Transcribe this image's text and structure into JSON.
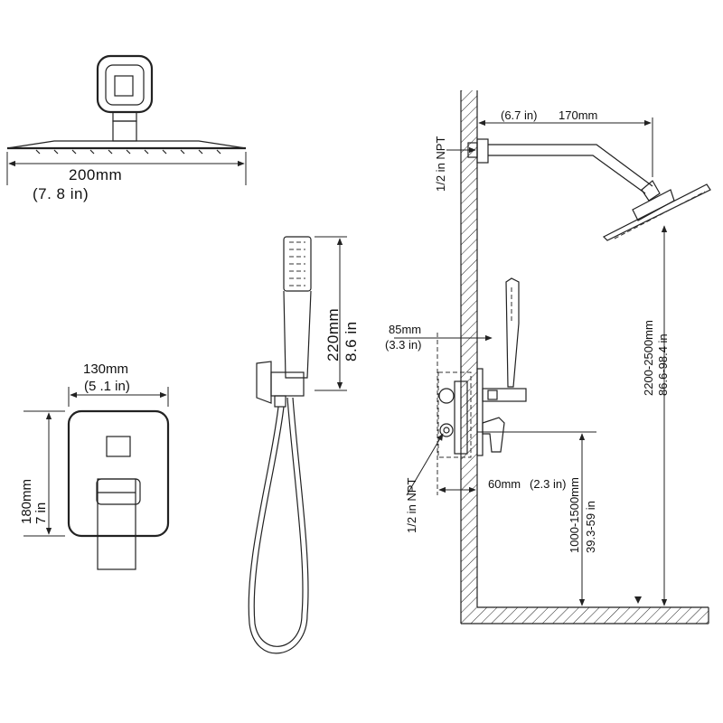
{
  "head_width": {
    "mm": "200mm",
    "in": "(7. 8  in)"
  },
  "valve_width": {
    "mm": "130mm",
    "in": "(5 .1 in)"
  },
  "valve_height": {
    "mm": "180mm",
    "in": "7 in"
  },
  "hand_shower_length": {
    "mm": "220mm",
    "in": "8.6 in"
  },
  "arm_length": {
    "in": "(6.7 in)",
    "mm": "170mm"
  },
  "arm_thread": "1/2 in NPT",
  "valve_depth": {
    "mm": "85mm",
    "in": "(3.3 in)"
  },
  "valve_thread": "1/2 in NPT",
  "valve_recess": {
    "mm": "60mm",
    "in": "(2.3 in)"
  },
  "valve_height_floor": {
    "mm": "1000-1500mm",
    "in": "39.3-59 in"
  },
  "head_height_floor": {
    "mm": "2200-2500mm",
    "in": "86.6-98.4 in"
  },
  "colors": {
    "line": "#222222",
    "background": "#ffffff"
  }
}
